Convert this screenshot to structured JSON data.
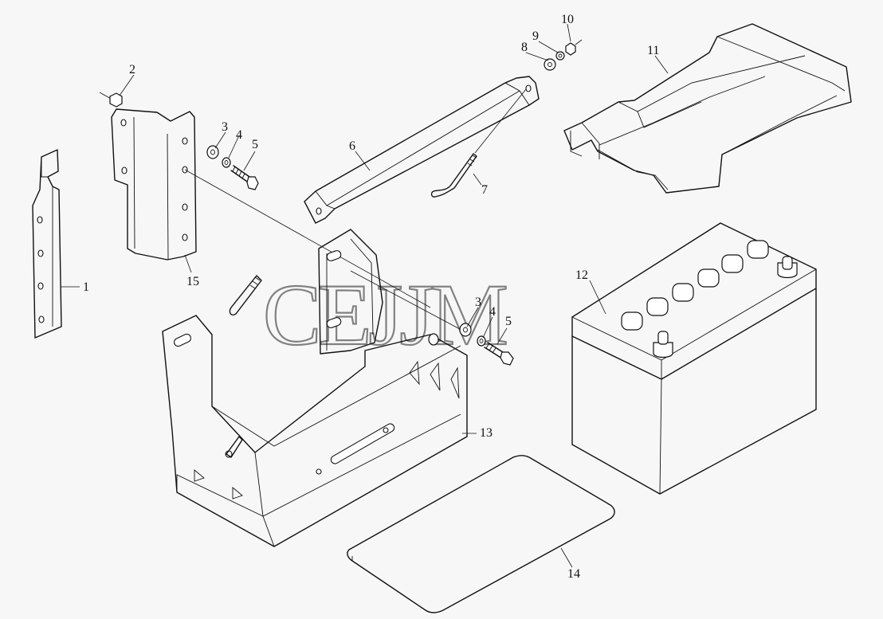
{
  "watermark": "CEJJM",
  "callouts": {
    "c1": "1",
    "c2": "2",
    "c3a": "3",
    "c4a": "4",
    "c5a": "5",
    "c6": "6",
    "c7": "7",
    "c8": "8",
    "c9": "9",
    "c10": "10",
    "c11": "11",
    "c12": "12",
    "c13": "13",
    "c14": "14",
    "c15": "15",
    "c3b": "3",
    "c4b": "4",
    "c5b": "5"
  }
}
